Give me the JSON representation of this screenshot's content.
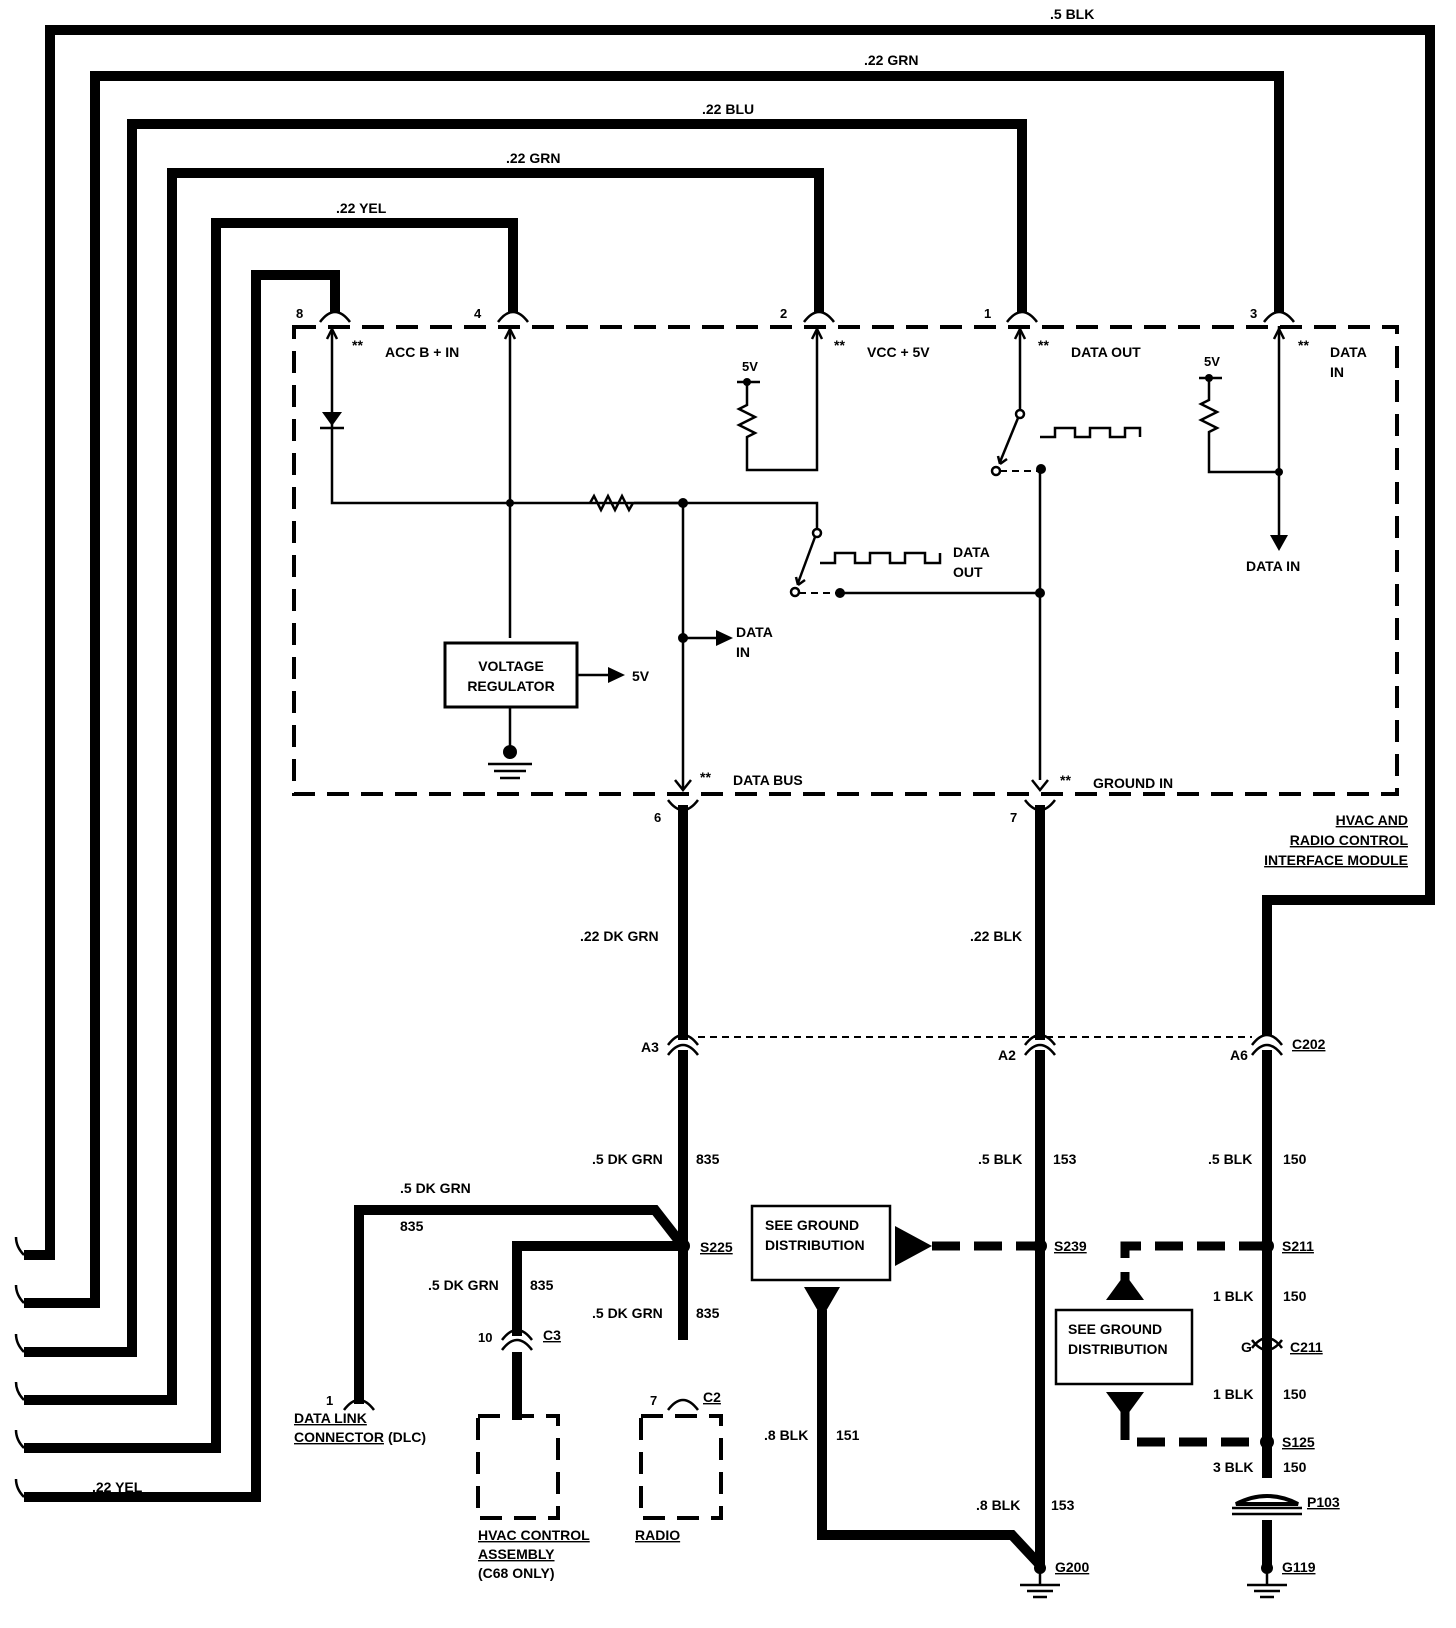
{
  "wires_top": {
    "blk_05": ".5 BLK",
    "grn_022_a": ".22 GRN",
    "blu_022": ".22 BLU",
    "grn_022_b": ".22 GRN",
    "yel_022": ".22 YEL",
    "yel_022_bottom": ".22 YEL"
  },
  "module": {
    "name_line1": "HVAC AND",
    "name_line2": "RADIO CONTROL",
    "name_line3": "INTERFACE MODULE",
    "pins": {
      "p8": "8",
      "p4": "4",
      "p2": "2",
      "p1": "1",
      "p3": "3",
      "p6": "6",
      "p7": "7"
    },
    "stars": "**",
    "acc_b_in": "ACC B + IN",
    "vcc_5v": "VCC + 5V",
    "data_out": "DATA OUT",
    "data_in_top_1": "DATA",
    "data_in_top_2": "IN",
    "five_v": "5V",
    "data_in_arrow": "DATA IN",
    "data_out_mid_1": "DATA",
    "data_out_mid_2": "OUT",
    "data_in_mid_1": "DATA",
    "data_in_mid_2": "IN",
    "vreg_line1": "VOLTAGE",
    "vreg_line2": "REGULATOR",
    "vreg_out": "5V",
    "data_bus": "DATA BUS",
    "ground_in": "GROUND IN"
  },
  "harness": {
    "dkgrn_022": ".22 DK GRN",
    "blk_022": ".22 BLK",
    "c202": "C202",
    "a3": "A3",
    "a2": "A2",
    "a6": "A6",
    "dkgrn_05_1": ".5 DK GRN",
    "c835_1": "835",
    "blk_05_153": ".5 BLK",
    "c153": "153",
    "blk_05_150": ".5 BLK",
    "c150": "150",
    "dlc_wire": ".5 DK GRN",
    "dlc_835": "835",
    "s225": "S225",
    "s239": "S239",
    "s211": "S211",
    "see_ground_1a": "SEE GROUND",
    "see_ground_1b": "DISTRIBUTION",
    "see_ground_2a": "SEE GROUND",
    "see_ground_2b": "DISTRIBUTION",
    "c3_wire": ".5 DK GRN",
    "c3_835": "835",
    "c3_pin": "10",
    "c3": "C3",
    "c2_wire": ".5 DK GRN",
    "c2_835": "835",
    "c2_pin": "7",
    "c2": "C2",
    "blk1_a": "1 BLK",
    "c150_b": "150",
    "g_pin": "G",
    "c211": "C211",
    "blk1_b": "1 BLK",
    "c150_c": "150",
    "s125": "S125",
    "blk3": "3 BLK",
    "c150_d": "150",
    "p103": "P103",
    "g119": "G119",
    "blk08_151": ".8 BLK",
    "c151": "151",
    "blk08_153": ".8 BLK",
    "c153_b": "153",
    "g200": "G200",
    "dlc_pin": "1",
    "dlc_1": "DATA LINK",
    "dlc_2": "CONNECTOR",
    "dlc_3": "(DLC)",
    "hvac_1": "HVAC CONTROL",
    "hvac_2": "ASSEMBLY",
    "hvac_3": "(C68 ONLY)",
    "radio": "RADIO"
  }
}
